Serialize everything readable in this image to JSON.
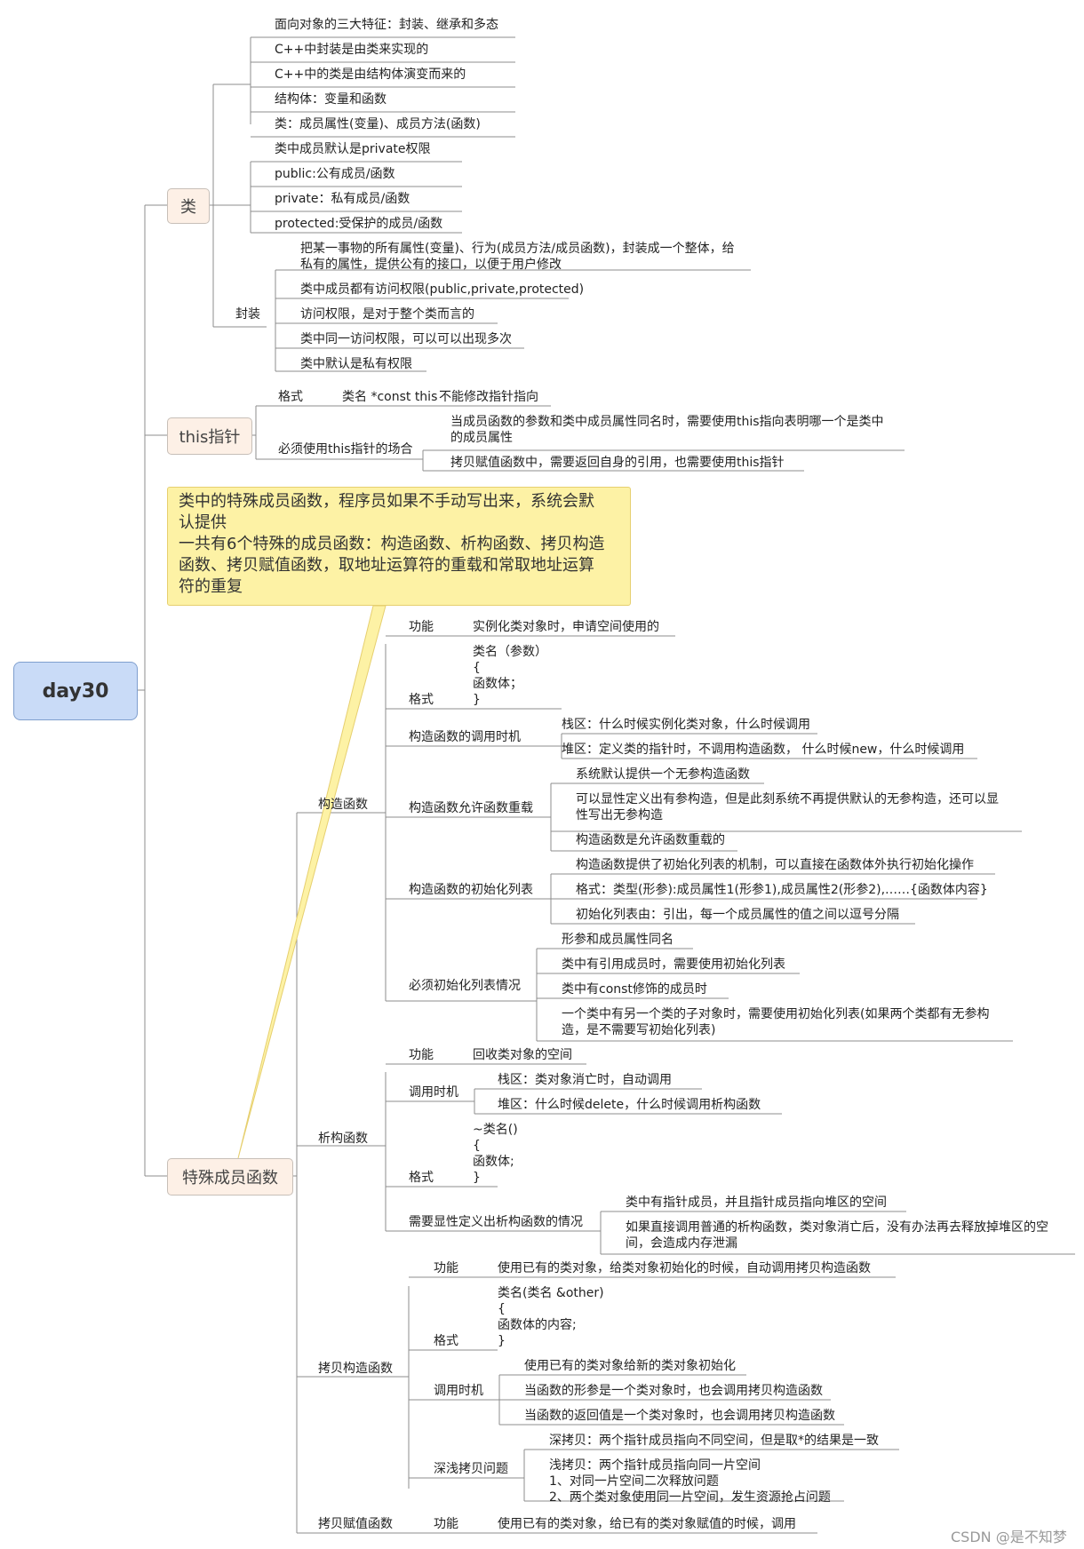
{
  "root": "day30",
  "branches": {
    "class": "类",
    "this": "this指针",
    "special": "特殊成员函数"
  },
  "class_items": [
    "面向对象的三大特征：封装、继承和多态",
    "C++中封装是由类来实现的",
    "C++中的类是由结构体演变而来的",
    "结构体：变量和函数",
    "类：成员属性(变量)、成员方法(函数)",
    "类中成员默认是private权限",
    "public:公有成员/函数",
    "private：私有成员/函数",
    "protected:受保护的成员/函数"
  ],
  "encapsulation": {
    "label": "封装",
    "items": [
      "把某一事物的所有属性(变量)、行为(成员方法/成员函数)，封装成一个整体，给\n私有的属性，提供公有的接口，以便于用户修改",
      "类中成员都有访问权限(public,private,protected)",
      "访问权限，是对于整个类而言的",
      "类中同一访问权限，可以可以出现多次",
      "类中默认是私有权限"
    ]
  },
  "this_ptr": {
    "format_label": "格式",
    "format_value": "类名 *const this",
    "format_note": "不能修改指针指向",
    "must_label": "必须使用this指针的场合",
    "must_items": [
      "当成员函数的参数和类中成员属性同名时，需要使用this指向表明哪一个是类中\n的成员属性",
      "拷贝赋值函数中，需要返回自身的引用，也需要使用this指针"
    ]
  },
  "note": "类中的特殊成员函数，程序员如果不手动写出来，系统会默\n认提供\n一共有6个特殊的成员函数：构造函数、析构函数、拷贝构造\n函数、拷贝赋值函数，取地址运算符的重载和常取地址运算\n符的重复",
  "ctor": {
    "label": "构造函数",
    "func_label": "功能",
    "func_value": "实例化类对象时，申请空间使用的",
    "fmt_label": "格式",
    "fmt_value": "类名（参数）\n{\n函数体；\n}",
    "call_label": "构造函数的调用时机",
    "call_items": [
      "栈区：什么时候实例化类对象，什么时候调用",
      "堆区：定义类的指针时，不调用构造函数， 什么时候new，什么时候调用"
    ],
    "overload_label": "构造函数允许函数重载",
    "overload_items": [
      "系统默认提供一个无参构造函数",
      "可以显性定义出有参构造，但是此刻系统不再提供默认的无参构造，还可以显\n性写出无参构造",
      "构造函数是允许函数重载的"
    ],
    "init_label": "构造函数的初始化列表",
    "init_items": [
      "构造函数提供了初始化列表的机制，可以直接在函数体外执行初始化操作",
      "格式：类型(形参):成员属性1(形参1),成员属性2(形参2),……{函数体内容}",
      "初始化列表由：引出，每一个成员属性的值之间以逗号分隔"
    ],
    "must_label": "必须初始化列表情况",
    "must_items": [
      "形参和成员属性同名",
      "类中有引用成员时，需要使用初始化列表",
      "类中有const修饰的成员时",
      "一个类中有另一个类的子对象时，需要使用初始化列表(如果两个类都有无参构\n造，是不需要写初始化列表)"
    ]
  },
  "dtor": {
    "label": "析构函数",
    "func_label": "功能",
    "func_value": "回收类对象的空间",
    "call_label": "调用时机",
    "call_items": [
      "栈区：类对象消亡时，自动调用",
      "堆区：什么时候delete，什么时候调用析构函数"
    ],
    "fmt_label": "格式",
    "fmt_value": "~类名()\n{\n   函数体;\n}",
    "need_label": "需要显性定义出析构函数的情况",
    "need_items": [
      "类中有指针成员，并且指针成员指向堆区的空间",
      "如果直接调用普通的析构函数，类对象消亡后，没有办法再去释放掉堆区的空\n间，会造成内存泄漏"
    ]
  },
  "copy_ctor": {
    "label": "拷贝构造函数",
    "func_label": "功能",
    "func_value": "使用已有的类对象，给类对象初始化的时候，自动调用拷贝构造函数",
    "fmt_label": "格式",
    "fmt_value": "类名(类名 &other)\n{\n   函数体的内容;\n}",
    "call_label": "调用时机",
    "call_items": [
      "使用已有的类对象给新的类对象初始化",
      "当函数的形参是一个类对象时，也会调用拷贝构造函数",
      "当函数的返回值是一个类对象时，也会调用拷贝构造函数"
    ],
    "deep_label": "深浅拷贝问题",
    "deep_items": [
      "深拷贝：两个指针成员指向不同空间，但是取*的结果是一致",
      "浅拷贝：两个指针成员指向同一片空间\n1、对同一片空间二次释放问题\n2、两个类对象使用同一片空间，发生资源抢占问题"
    ]
  },
  "copy_assign": {
    "label": "拷贝赋值函数",
    "func_label": "功能",
    "func_value": "使用已有的类对象，给已有的类对象赋值的时候，调用"
  },
  "watermark": "CSDN @是不知梦"
}
